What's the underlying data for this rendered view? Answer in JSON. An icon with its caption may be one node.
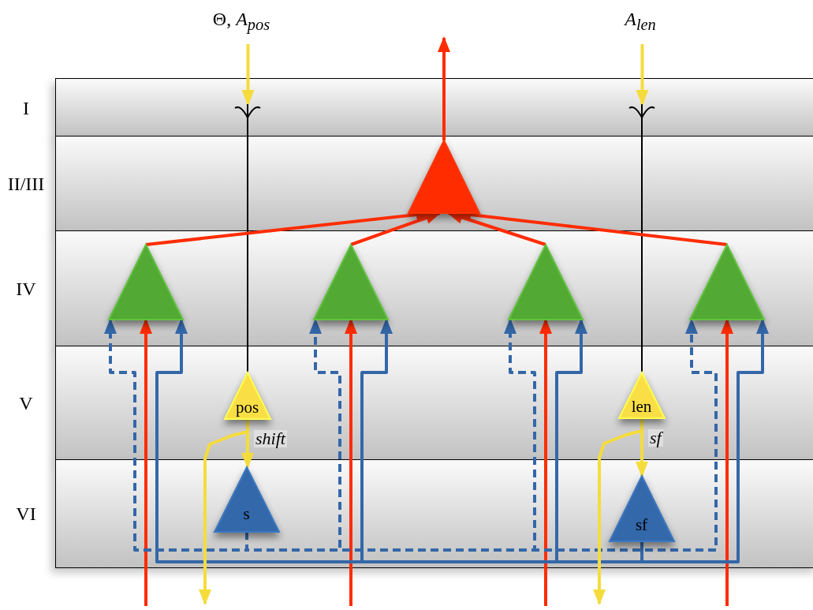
{
  "diagram": {
    "nodes": [
      {
        "text": [
          "I"
        ]
      },
      {
        "text": [
          "II/III"
        ]
      },
      {
        "text": [
          "IV"
        ]
      },
      {
        "text": [
          "V"
        ]
      },
      {
        "text": [
          "VI"
        ]
      },
      {
        "text": [
          "Θ, *A*$_{pos}$"
        ]
      },
      {
        "text": [
          "A$_{len}$"
        ]
      },
      {
        "text": [],
        "shape": "triangle",
        "in": 1
      },
      {
        "text": [],
        "shape": "triangle",
        "in": 2
      },
      {
        "text": [],
        "shape": "triangle",
        "in": 2
      },
      {
        "text": [],
        "shape": "triangle",
        "in": 2
      },
      {
        "text": [],
        "shape": "triangle",
        "in": 2
      },
      {
        "text": [
          "pos"
        ],
        "in": 3
      },
      {
        "text": [
          "len"
        ],
        "in": 3
      },
      {
        "text": [
          "s"
        ],
        "in": 4
      },
      {
        "text": [
          "sf"
        ],
        "in": 4
      },
      {
        "text": [],
        "shape": "synapse",
        "in": 0
      },
      {
        "text": [],
        "shape": "synapse",
        "in": 0
      }
    ],
    "edges": [
      {
        "from": 5,
        "to": 16,
        "arrow": "to",
        "color": "#f5dc3c"
      },
      {
        "from": 12,
        "to": 16,
        "arrow": "none",
        "color": "#000000"
      },
      {
        "from": 6,
        "to": 17,
        "arrow": "to",
        "color": "#f5dc3c"
      },
      {
        "from": 13,
        "to": 17,
        "arrow": "none",
        "color": "#000000"
      },
      {
        "from": 7,
        "to": null,
        "arrow": "to"
      },
      {
        "from": 8,
        "to": 7,
        "arrow": "to"
      },
      {
        "from": 9,
        "to": 7,
        "arrow": "to"
      },
      {
        "from": 10,
        "to": 7,
        "arrow": "to"
      },
      {
        "from": 11,
        "to": 7,
        "arrow": "to"
      },
      {
        "from": null,
        "to": 8,
        "arrow": "to"
      },
      {
        "from": null,
        "to": 9,
        "arrow": "to"
      },
      {
        "from": null,
        "to": 10,
        "arrow": "to"
      },
      {
        "from": null,
        "to": 11,
        "arrow": "to"
      },
      {
        "from": 14,
        "to": 8,
        "arrow": "to",
        "style": "dashed",
        "color": "#3467a8"
      },
      {
        "from": 14,
        "to": 9,
        "arrow": "to",
        "style": "dashed",
        "color": "#3467a8"
      },
      {
        "from": 14,
        "to": 10,
        "arrow": "to",
        "style": "dashed",
        "color": "#3467a8"
      },
      {
        "from": 14,
        "to": 11,
        "arrow": "to",
        "style": "dashed",
        "color": "#3467a8"
      },
      {
        "from": 15,
        "to": 8,
        "arrow": "to",
        "color": "#3467a8"
      },
      {
        "from": 15,
        "to": 9,
        "arrow": "to",
        "color": "#3467a8"
      },
      {
        "from": 15,
        "to": 10,
        "arrow": "to",
        "color": "#3467a8"
      },
      {
        "from": 15,
        "to": 11,
        "arrow": "to",
        "color": "#3467a8"
      },
      {
        "from": 12,
        "to": 14,
        "arrow": "to",
        "label": "shift",
        "color": "#f5dc3c"
      },
      {
        "from": 12,
        "to": null,
        "arrow": "to",
        "color": "#f5dc3c"
      },
      {
        "from": 13,
        "to": 15,
        "arrow": "to",
        "label": "sf",
        "color": "#f5dc3c"
      },
      {
        "from": 13,
        "to": null,
        "arrow": "to",
        "color": "#f5dc3c"
      }
    ]
  }
}
